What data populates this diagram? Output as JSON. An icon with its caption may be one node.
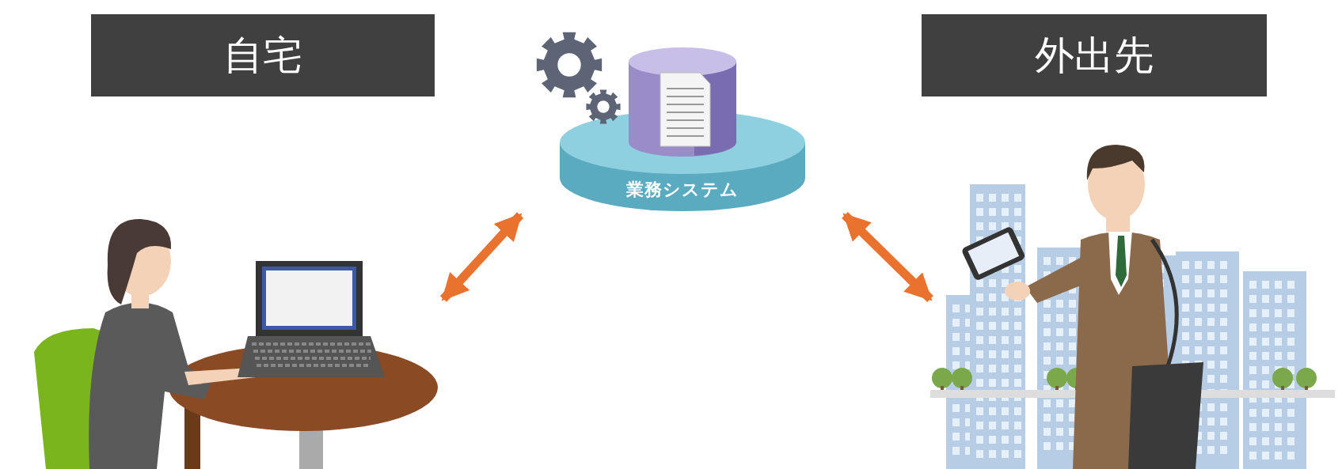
{
  "diagram": {
    "nodes": [
      {
        "text": [
          "自宅"
        ]
      },
      {
        "text": [
          "外出先"
        ]
      },
      {
        "text": [
          "業務システム"
        ]
      },
      {
        "text": [],
        "shape": "picture"
      },
      {
        "text": [],
        "shape": "picture"
      }
    ],
    "edges": [
      {
        "from": 3,
        "to": 2,
        "arrow": "both"
      },
      {
        "from": 2,
        "to": 4,
        "arrow": "both"
      }
    ]
  }
}
